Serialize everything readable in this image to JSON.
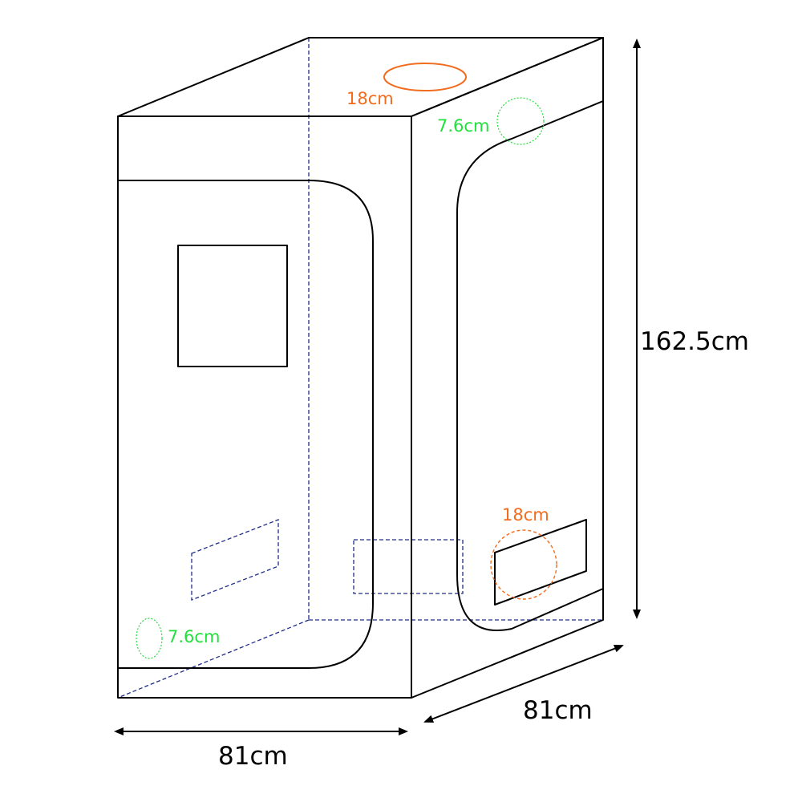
{
  "labels": {
    "top_port": "18cm",
    "side_vent_top": "7.6cm",
    "side_port": "18cm",
    "front_vent_bottom": "7.6cm",
    "height": "162.5cm",
    "depth": "81cm",
    "width": "81cm"
  },
  "colors": {
    "port": "#f26c1d",
    "vent": "#22e03c",
    "hidden": "#1f2d8a",
    "outline": "#000000"
  }
}
